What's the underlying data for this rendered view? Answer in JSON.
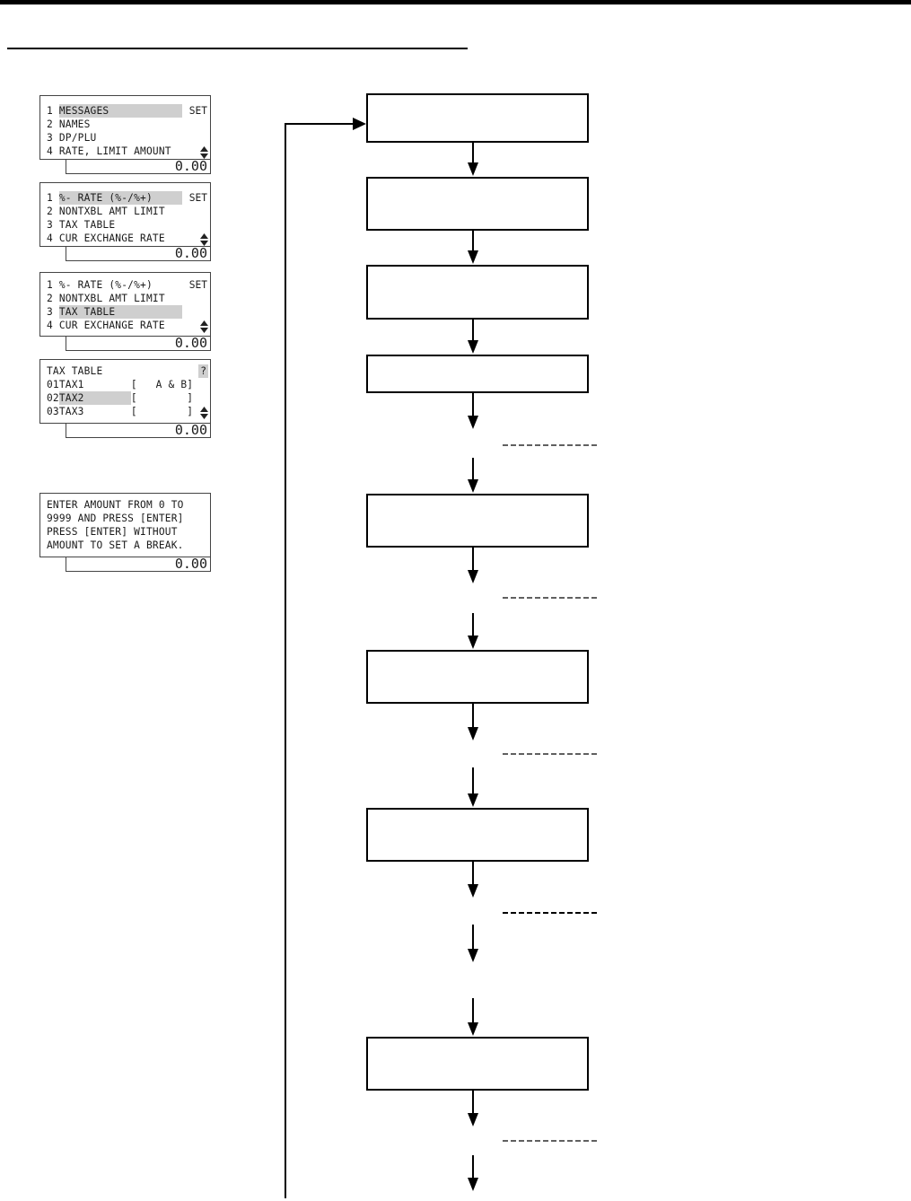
{
  "displays": [
    {
      "lines": [
        {
          "num": "1 ",
          "text": "MESSAGES",
          "highlight": true,
          "right": "SET"
        },
        {
          "num": "2 ",
          "text": "NAMES"
        },
        {
          "num": "3 ",
          "text": "DP/PLU"
        },
        {
          "num": "4 ",
          "text": "RATE, LIMIT AMOUNT",
          "scroll": true
        }
      ],
      "total": "0.00"
    },
    {
      "lines": [
        {
          "num": "1 ",
          "text": "%- RATE (%-/%+)",
          "highlight": true,
          "right": "SET"
        },
        {
          "num": "2 ",
          "text": "NONTXBL AMT LIMIT"
        },
        {
          "num": "3 ",
          "text": "TAX TABLE"
        },
        {
          "num": "4 ",
          "text": "CUR EXCHANGE RATE",
          "scroll": true
        }
      ],
      "total": "0.00"
    },
    {
      "lines": [
        {
          "num": "1 ",
          "text": "%- RATE (%-/%+)",
          "right": "SET"
        },
        {
          "num": "2 ",
          "text": "NONTXBL AMT LIMIT"
        },
        {
          "num": "3 ",
          "text": "TAX TABLE",
          "highlight": true
        },
        {
          "num": "4 ",
          "text": "CUR EXCHANGE RATE",
          "scroll": true
        }
      ],
      "total": "0.00"
    },
    {
      "lines": [
        {
          "num": "",
          "text": "TAX TABLE",
          "right": "?",
          "right_highlight": true
        },
        {
          "num": "01",
          "text": "TAX1",
          "bracket": "[   A & B]"
        },
        {
          "num": "02",
          "text": "TAX2",
          "highlight": true,
          "bracket": "[        ]"
        },
        {
          "num": "03",
          "text": "TAX3",
          "bracket": "[        ]",
          "scroll": true
        }
      ],
      "total": "0.00"
    },
    {
      "lines": [
        {
          "num": "",
          "text": "ENTER AMOUNT FROM 0 TO"
        },
        {
          "num": "",
          "text": "9999 AND PRESS [ENTER]"
        },
        {
          "num": "",
          "text": "PRESS [ENTER] WITHOUT"
        },
        {
          "num": "",
          "text": "AMOUNT TO SET A BREAK."
        }
      ],
      "total": "0.00"
    }
  ]
}
